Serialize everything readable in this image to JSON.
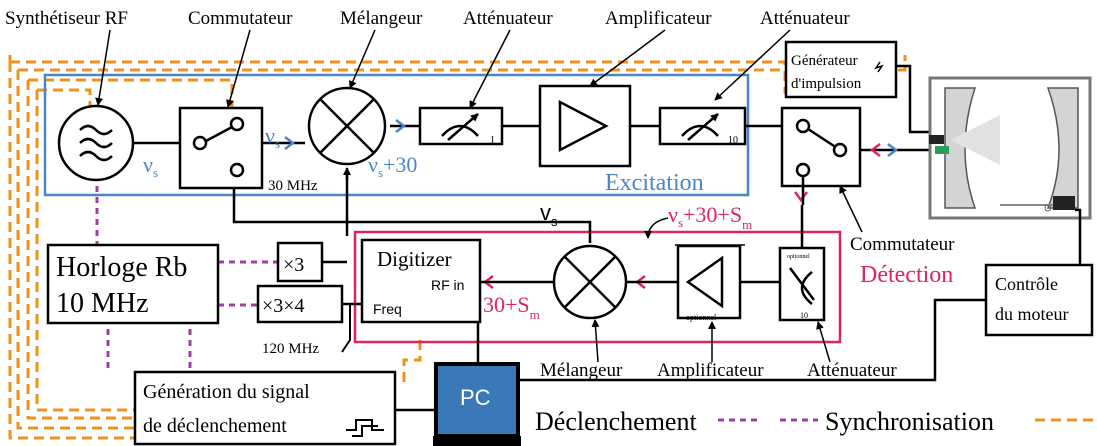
{
  "colors": {
    "excitation": "#4a86c5",
    "detection": "#e0245e",
    "sync": "#f0901e",
    "trigger": "#9b3fa6",
    "black": "#000000",
    "pc_screen": "#3a78b8",
    "chamber_frame": "#777777",
    "chamber_fill": "#d4d4d4",
    "plasma": "#dddddd"
  },
  "labels": {
    "synth": "Synthétiseur RF",
    "switch_top": "Commutateur",
    "mixer_top": "Mélangeur",
    "att1_top": "Atténuateur",
    "amp_top": "Amplificateur",
    "att2_top": "Atténuateur",
    "pulse_gen_line1": "Générateur",
    "pulse_gen_line2": "d'impulsion",
    "nu_s_1": "ν",
    "nu_s_1_sub": "s",
    "nu_s_2": "ν",
    "nu_s_2_sub": "s",
    "nu_s_30": "ν",
    "nu_s_30_sub": "s",
    "nu_s_30_tail": "+30",
    "mhz30": "30 MHz",
    "att1_sub": "1",
    "att2_sub": "10",
    "excitation": "Excitation",
    "vs_mid": "v",
    "vs_mid_sub": "s",
    "nu_det": "ν",
    "nu_det_sub": "s",
    "nu_det_tail": "+30+S",
    "nu_det_sub2": "m",
    "commutateur_right": "Commutateur",
    "detection": "Détection",
    "horloge_line1": "Horloge Rb",
    "horloge_line2": "10 MHz",
    "x3": "×3",
    "x3x4": "×3×4",
    "mhz120": "120 MHz",
    "digitizer": "Digitizer",
    "rf_in": "RF in",
    "freq": "Freq",
    "det_30": "30+S",
    "det_30_sub": "m",
    "optionnel_amp": "optionnel",
    "optionnel_att": "optionnel",
    "att3_sub": "10",
    "mixer_bottom": "Mélangeur",
    "amp_bottom": "Amplificateur",
    "att_bottom": "Atténuateur",
    "motor_line1": "Contrôle",
    "motor_line2": "du moteur",
    "trig_line1": "Génération du signal",
    "trig_line2": "de déclenchement",
    "pc": "PC",
    "legend_trigger": "Déclenchement",
    "legend_sync": "Synchronisation"
  }
}
